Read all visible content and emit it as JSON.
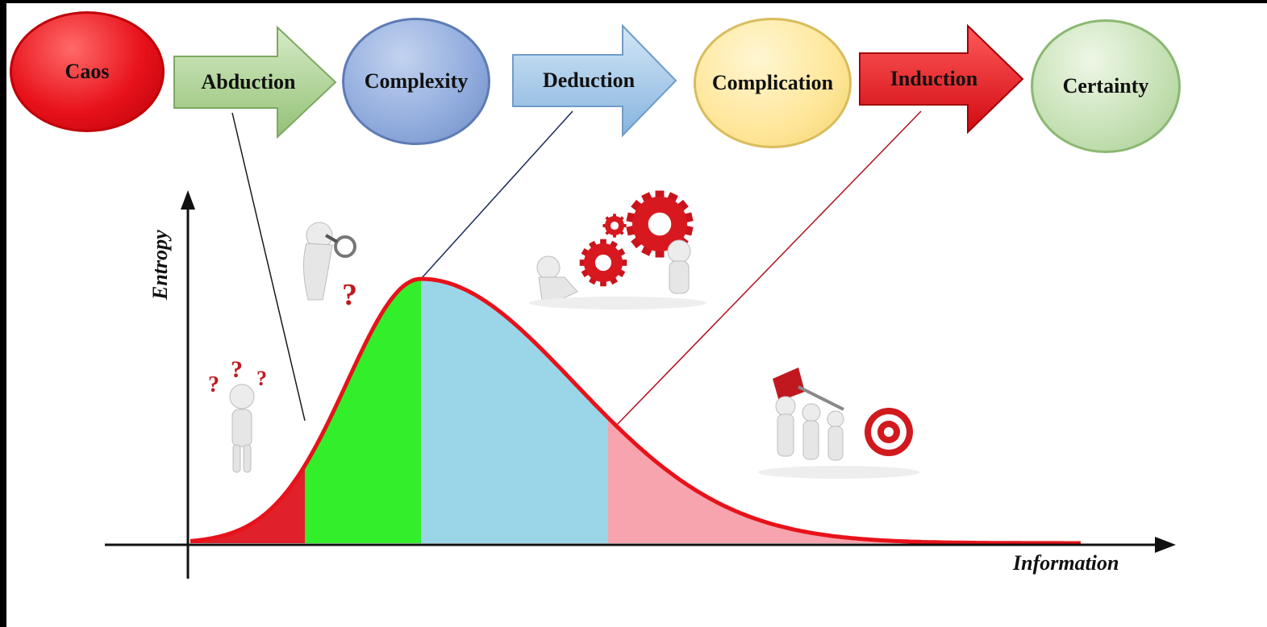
{
  "stages": {
    "caos": "Caos",
    "abduction": "Abduction",
    "complexity": "Complexity",
    "deduction": "Deduction",
    "complication": "Complication",
    "induction": "Induction",
    "certainty": "Certainty"
  },
  "axes": {
    "y_label": "Entropy",
    "x_label": "Information"
  },
  "icons": [
    "confused-person-icon",
    "searching-person-icon",
    "gears-people-icon",
    "target-people-icon"
  ],
  "colors": {
    "caos": "#e8121a",
    "abduction": "#a9d18e",
    "complexity": "#8faadc",
    "deduction": "#9dc3e6",
    "complication": "#ffe699",
    "induction": "#e8121a",
    "certainty": "#c5e0b4",
    "curve": "#e8121a",
    "region_1": "#e0202a",
    "region_2": "#33ee2a",
    "region_3": "#9bd6e8",
    "region_4": "#f7a4ae"
  }
}
